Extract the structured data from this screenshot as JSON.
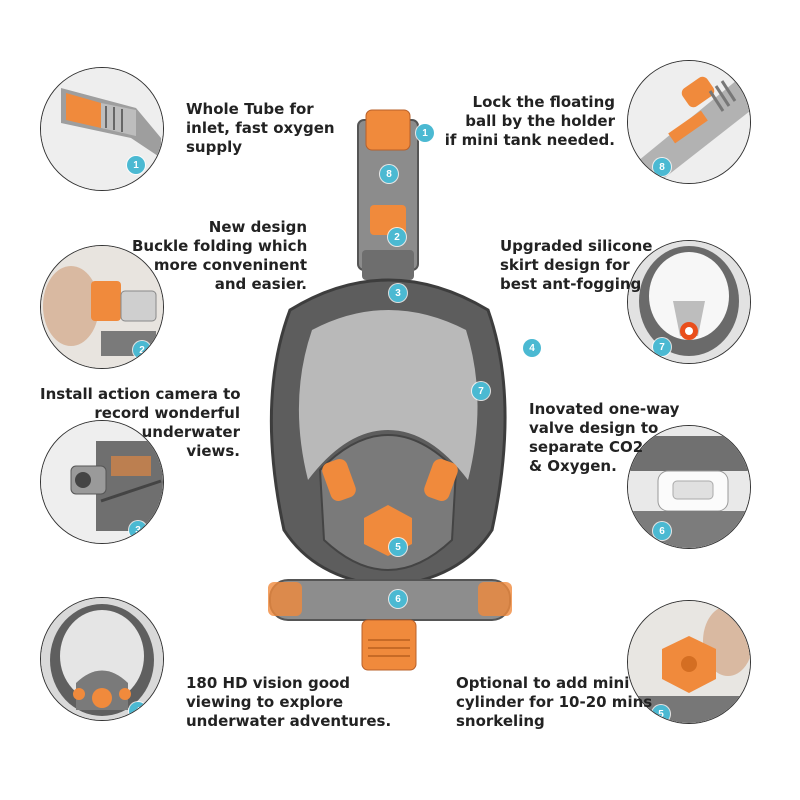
{
  "colors": {
    "badge": "#4bb9d2",
    "accent_orange": "#f08a3c",
    "frame_gray": "#5d5d5d",
    "lens_light": "#d8d8d8"
  },
  "features": [
    {
      "id": 1,
      "badge": "1",
      "icon": "tube-icon",
      "lines": [
        "Whole Tube for",
        "inlet, fast oxygen",
        "supply"
      ]
    },
    {
      "id": 2,
      "badge": "2",
      "icon": "buckle-icon",
      "lines": [
        "New design",
        "Buckle folding which",
        "more conveninent",
        "and easier."
      ]
    },
    {
      "id": 3,
      "badge": "3",
      "icon": "camera-mount-icon",
      "lines": [
        "Install action camera to",
        "record wonderful",
        "underwater",
        "views."
      ]
    },
    {
      "id": 4,
      "badge": "4",
      "icon": "vision-icon",
      "lines": [
        "180 HD vision good",
        "viewing to explore",
        "underwater adventures."
      ]
    },
    {
      "id": 5,
      "badge": "5",
      "icon": "mini-cylinder-icon",
      "lines": [
        "Optional to add mini",
        "cylinder for 10-20 mins",
        "snorkeling"
      ]
    },
    {
      "id": 6,
      "badge": "6",
      "icon": "valve-icon",
      "lines": [
        "Inovated one-way",
        "valve design to",
        "separate CO2",
        "& Oxygen."
      ]
    },
    {
      "id": 7,
      "badge": "7",
      "icon": "silicone-skirt-icon",
      "lines": [
        "Upgraded silicone",
        "skirt design for",
        "best ant-fogging"
      ]
    },
    {
      "id": 8,
      "badge": "8",
      "icon": "floating-ball-icon",
      "lines": [
        "Lock the floating",
        "ball by the holder",
        "if mini tank needed."
      ]
    }
  ],
  "mask_markers": [
    "1",
    "8",
    "2",
    "3",
    "4",
    "7",
    "5",
    "6"
  ]
}
